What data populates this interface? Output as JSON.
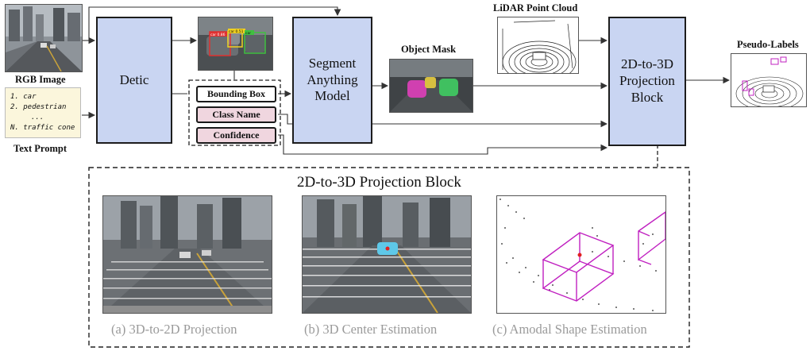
{
  "inputs": {
    "rgb_label": "RGB Image",
    "text_prompt_label": "Text Prompt",
    "prompt_lines": [
      "1. car",
      "2. pedestrian",
      "...",
      "N. traffic cone"
    ]
  },
  "blocks": {
    "detic": "Detic",
    "sam": "Segment\nAnything\nModel",
    "projection": "2D-to-3D\nProjection\nBlock"
  },
  "detections": {
    "det_tags": [
      "car 0.86",
      "car 0.51",
      "car"
    ],
    "outputs": [
      "Bounding Box",
      "Class Name",
      "Confidence"
    ]
  },
  "labels": {
    "object_mask": "Object Mask",
    "lidar": "LiDAR Point Cloud",
    "pseudo": "Pseudo-Labels"
  },
  "detail": {
    "title": "2D-to-3D Projection Block",
    "captions": [
      "(a) 3D-to-2D Projection",
      "(b) 3D Center Estimation",
      "(c) Amodal Shape Estimation"
    ]
  },
  "colors": {
    "block_fill": "#c9d5f2",
    "class_fill": "#f0d6df",
    "box_magenta": "#c020c0"
  }
}
